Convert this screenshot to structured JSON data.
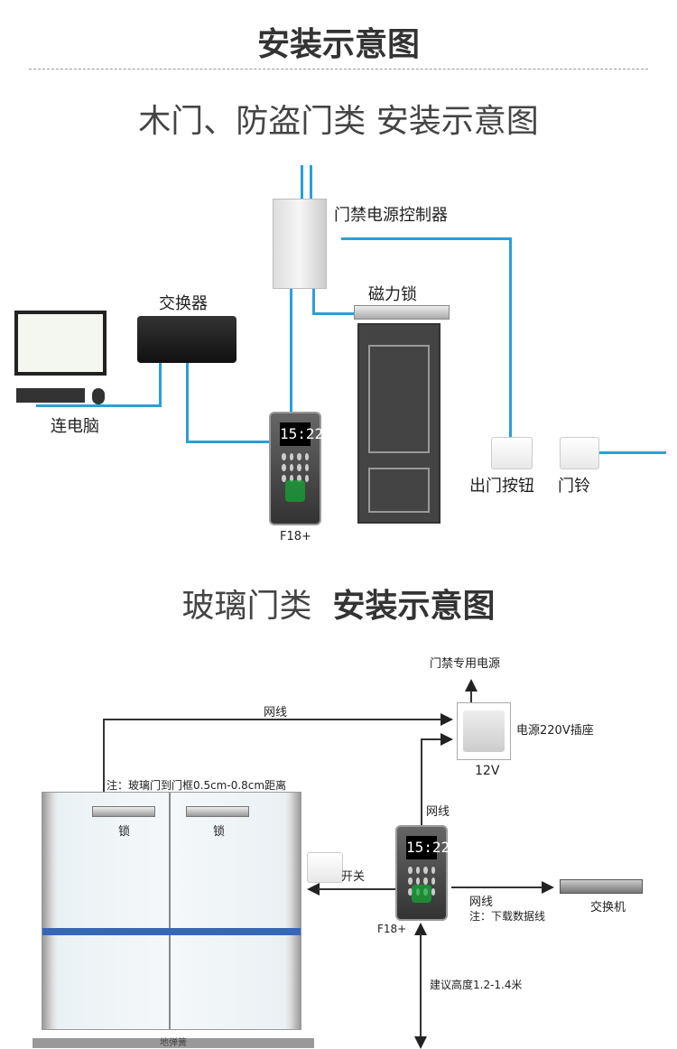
{
  "header": {
    "title": "安装示意图"
  },
  "section1": {
    "title": "木门、防盗门类 安装示意图",
    "labels": {
      "controller": "门禁电源控制器",
      "switch": "交换器",
      "maglock": "磁力锁",
      "pc": "连电脑",
      "exit_button": "出门按钮",
      "doorbell": "门铃",
      "device": "F18+",
      "screen_time": "15:22"
    }
  },
  "section2": {
    "title_light": "玻璃门类",
    "title_bold": "安装示意图",
    "labels": {
      "power_dedicated": "门禁专用电源",
      "network1": "网线",
      "power_socket": "电源220V插座",
      "voltage": "12V",
      "note_gap": "注：玻璃门到门框0.5cm-0.8cm距离",
      "lock1": "锁",
      "lock2": "锁",
      "network2": "网线",
      "switch_label": "开关",
      "device": "F18+",
      "screen_time": "15:22",
      "network3": "网线",
      "note_download": "注：下载数据线",
      "network_switch": "交换机",
      "height": "建议高度1.2-1.4米",
      "floor_spring": "地弹簧"
    }
  },
  "colors": {
    "wire": "#2a9fd8",
    "divider": "#999999"
  }
}
